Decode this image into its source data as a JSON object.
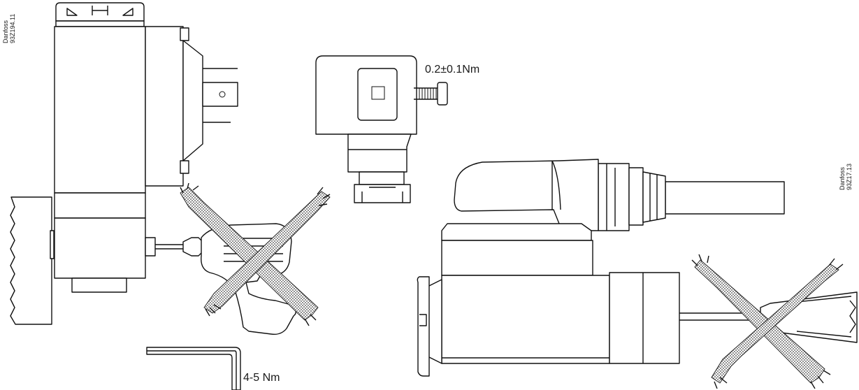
{
  "ref_codes": {
    "left": [
      "Danfoss",
      "93Z194.11"
    ],
    "right": [
      "Danfoss",
      "93Z17.13"
    ]
  },
  "torque_labels": {
    "connector_screw": "0.2±0.1Nm",
    "hex_key": "4-5 Nm"
  }
}
